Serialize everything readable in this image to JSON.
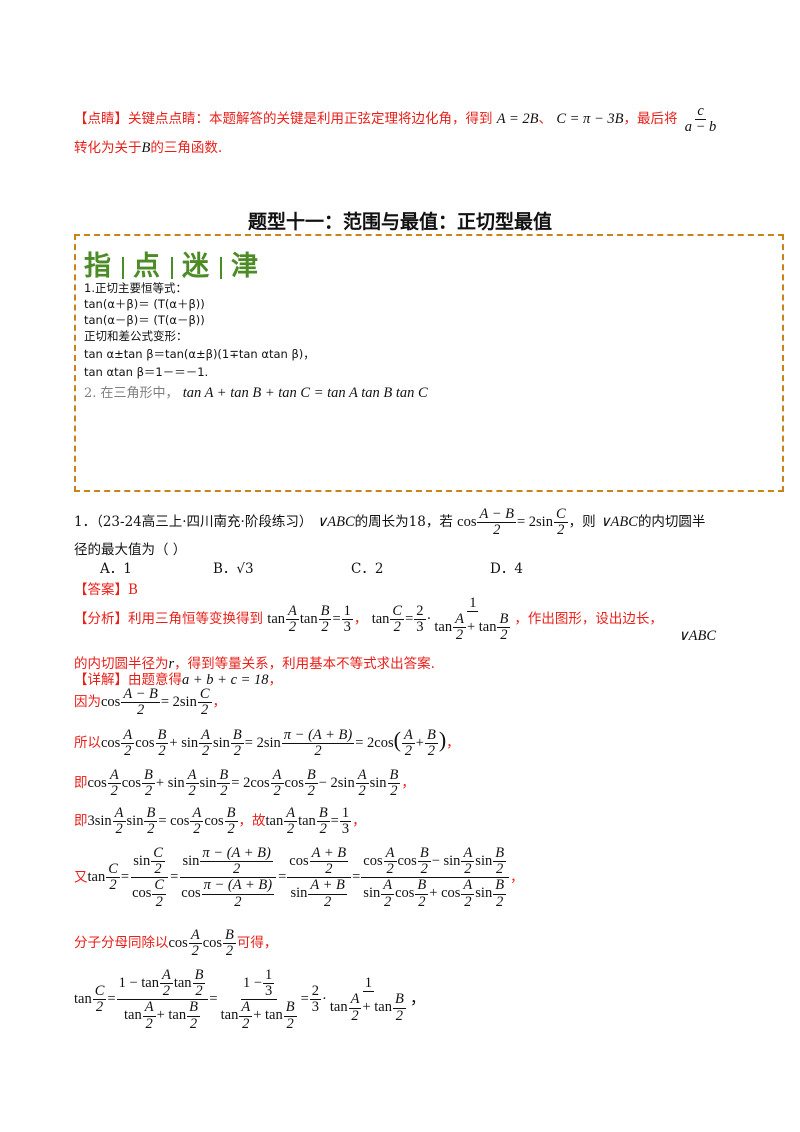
{
  "tip": {
    "tag": "【点睛】",
    "text1": "关键点点睛：本题解答的关键是利用正弦定理将边化角，得到",
    "eq1": "A = 2B",
    "mark": "、",
    "eq2": "C = π − 3B",
    "text2": "，最后将",
    "frac_num": "c",
    "frac_den": "a − b",
    "line2a": "转化为关于",
    "var_b": "B",
    "line2b": "的三角函数."
  },
  "section_title": "题型十一：范围与最值：正切型最值",
  "guide": {
    "banner": [
      "指",
      "点",
      "迷",
      "津"
    ],
    "lines": [
      "1.正切主要恒等式：",
      "tan(α＋β)＝    (T(α＋β))",
      "tan(α－β)＝    (T(α－β))",
      "正切和差公式变形：",
      "tan α±tan β＝tan(α±β)(1∓tan αtan β)，",
      "tan αtan β＝1－＝－1."
    ],
    "item2_prefix": "2. 在三角形中，",
    "item2_formula": "tan A + tan B + tan C = tan A tan B tan C"
  },
  "problem": {
    "number": "1．",
    "source": "（23-24高三上·四川南充·阶段练习）",
    "tri": "∨ABC",
    "text1": "的周长为18，若",
    "text2": "，则",
    "text3": "的内切圆半",
    "text4": "径的最大值为（    ）",
    "options": [
      "A．1",
      "B．√3",
      "C．2",
      "D．4"
    ]
  },
  "answer": {
    "tag": "【答案】",
    "value": "B"
  },
  "analysis": {
    "tag": "【分析】",
    "text1": "利用三角恒等变换得到",
    "text2": "，作出图形，设出边长，",
    "tri": "∨ABC",
    "text3": "的内切圆半径为",
    "var_r": "r",
    "text4": "，得到等量关系，利用基本不等式求出答案."
  },
  "detail": {
    "tag": "【详解】",
    "l1": "由题意得",
    "l1_eq": "a + b + c = 18",
    "l2": "因为",
    "l3": "所以",
    "l4": "即",
    "l5": "即",
    "l5b": "，故",
    "l6": "又",
    "l7a": "分子分母同除以",
    "l7b": "可得，"
  }
}
